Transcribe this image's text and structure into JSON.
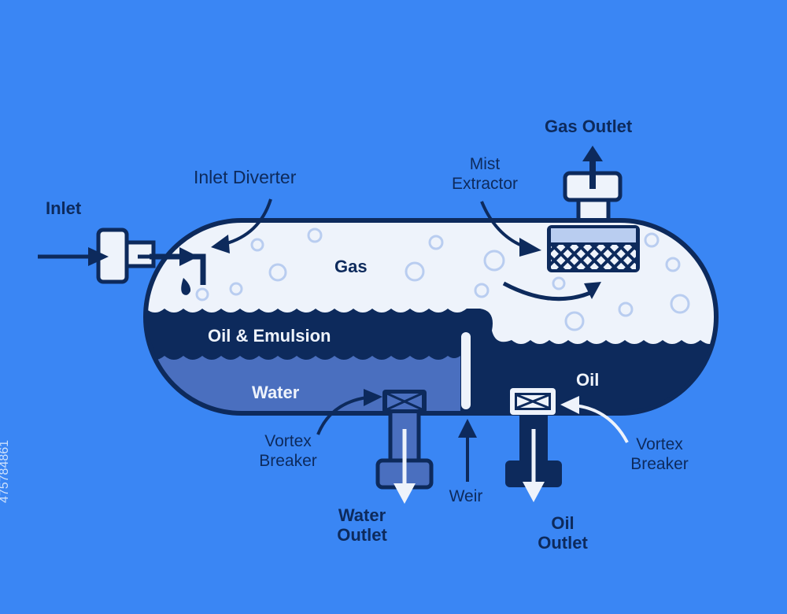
{
  "labels": {
    "inlet": "Inlet",
    "inlet_diverter": "Inlet Diverter",
    "gas_outlet": "Gas Outlet",
    "mist_extractor": "Mist\nExtractor",
    "gas": "Gas",
    "oil_emulsion": "Oil & Emulsion",
    "water": "Water",
    "oil": "Oil",
    "vortex_breaker_left": "Vortex\nBreaker",
    "vortex_breaker_right": "Vortex\nBreaker",
    "weir": "Weir",
    "water_outlet": "Water\nOutlet",
    "oil_outlet": "Oil\nOutlet"
  },
  "watermark": {
    "stock_id": "475784861"
  },
  "colors": {
    "background": "#3a86f4",
    "navy": "#0d2a5c",
    "tank_light": "#eef3fb",
    "water": "#4a6fbf",
    "bubble": "#b9cdf0"
  }
}
